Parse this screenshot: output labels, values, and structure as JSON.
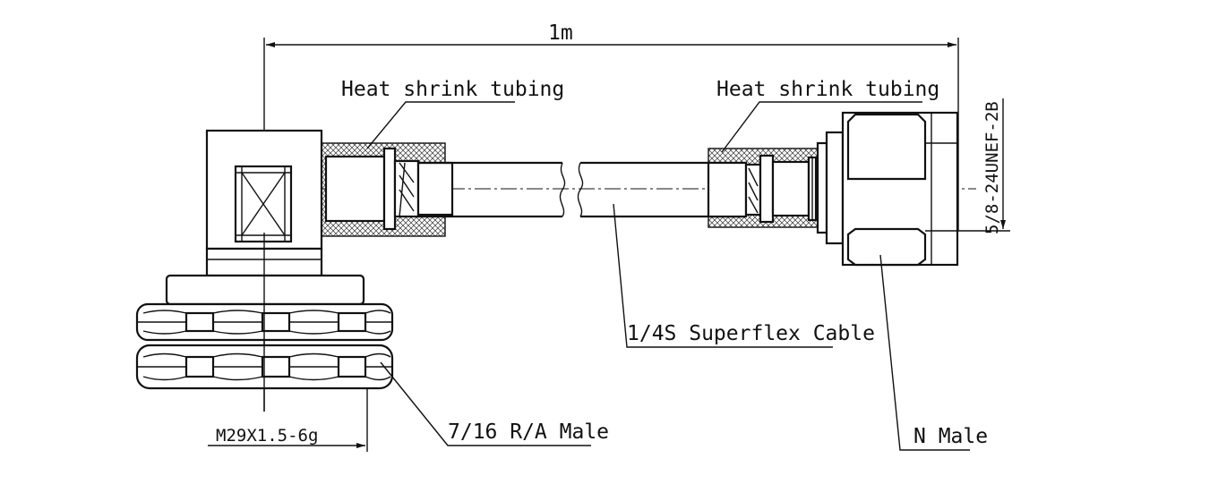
{
  "labels": {
    "overall_length": "1m",
    "heat_shrink_left": "Heat shrink tubing",
    "heat_shrink_right": "Heat shrink tubing",
    "cable": "1/4S Superflex Cable",
    "connector_left": "7/16 R/A Male",
    "connector_right": "N Male",
    "thread_left": "M29X1.5-6g",
    "thread_right": "5/8-24UNEF-2B"
  },
  "colors": {
    "line": "#111111",
    "background": "#ffffff"
  }
}
